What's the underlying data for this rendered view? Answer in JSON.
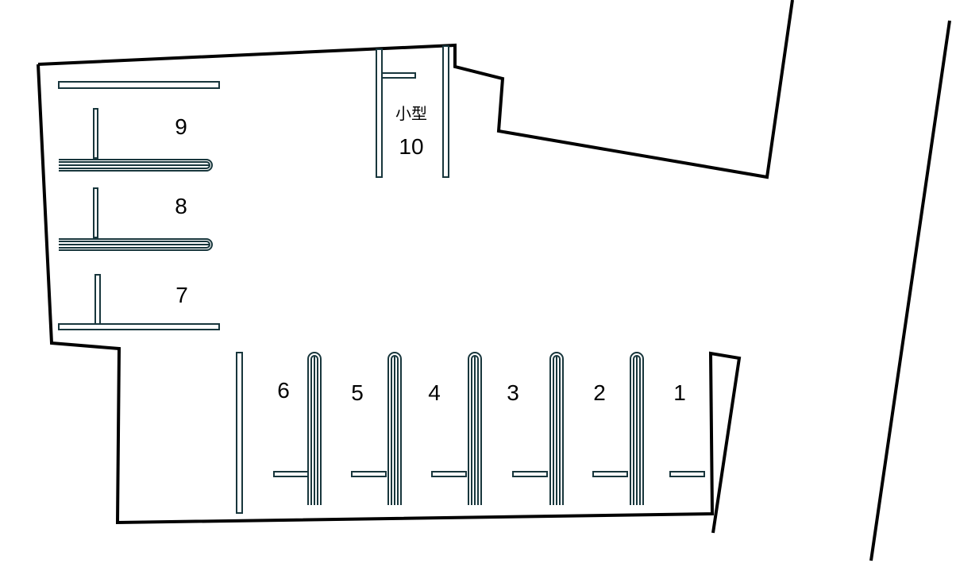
{
  "diagram": {
    "colors": {
      "line": "#000000",
      "stall": "#18363c",
      "background": "#ffffff"
    },
    "spaces": [
      {
        "id": "1",
        "label": "1"
      },
      {
        "id": "2",
        "label": "2"
      },
      {
        "id": "3",
        "label": "3"
      },
      {
        "id": "4",
        "label": "4"
      },
      {
        "id": "5",
        "label": "5"
      },
      {
        "id": "6",
        "label": "6"
      },
      {
        "id": "7",
        "label": "7"
      },
      {
        "id": "8",
        "label": "8"
      },
      {
        "id": "9",
        "label": "9"
      },
      {
        "id": "10",
        "label": "10",
        "note": "小型"
      }
    ]
  }
}
